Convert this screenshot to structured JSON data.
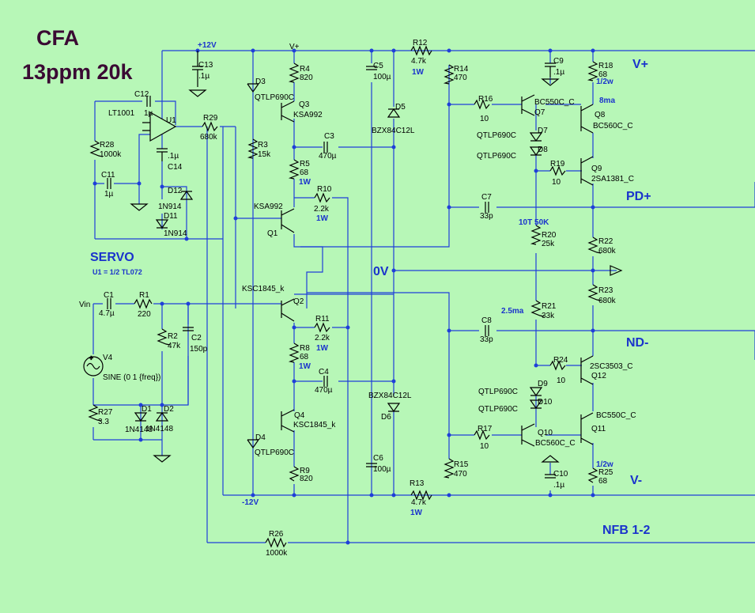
{
  "title": {
    "line1": "CFA",
    "line2": "13ppm 20k"
  },
  "rails": {
    "plus12": "+12V",
    "minus12": "-12V",
    "vplus_top": "V+"
  },
  "nets": {
    "vplus": "V+",
    "vminus": "V-",
    "pd_plus": "PD+",
    "nd_minus": "ND-",
    "zero_v": "0V",
    "nfb": "NFB 1-2",
    "vin": "Vin"
  },
  "servo": {
    "title": "SERVO",
    "note": "U1 = 1/2 TL072"
  },
  "annotations": {
    "ma8": "8ma",
    "ma25": "2.5ma",
    "pot": "10T 50K",
    "half_w1": "1/2w",
    "half_w2": "1/2w"
  },
  "components": {
    "u1": {
      "ref": "U1",
      "value": "LT1001"
    },
    "c12": {
      "ref": "C12",
      "value": "1µ"
    },
    "c13": {
      "ref": "C13",
      "value": ".1µ"
    },
    "c14": {
      "ref": "C14",
      "value": ".1µ"
    },
    "c11": {
      "ref": "C11",
      "value": "1µ"
    },
    "r28": {
      "ref": "R28",
      "value": "1000k"
    },
    "r29": {
      "ref": "R29",
      "value": "680k"
    },
    "d12": {
      "ref": "D12",
      "value": "1N914"
    },
    "d11": {
      "ref": "D11",
      "value": "1N914"
    },
    "d3": {
      "ref": "D3",
      "value": "QTLP690C"
    },
    "d4": {
      "ref": "D4",
      "value": "QTLP690C"
    },
    "r4": {
      "ref": "R4",
      "value": "820"
    },
    "q3": {
      "ref": "Q3",
      "value": "KSA992"
    },
    "r3": {
      "ref": "R3",
      "value": "15k"
    },
    "c3": {
      "ref": "C3",
      "value": "470µ"
    },
    "r5": {
      "ref": "R5",
      "value": "68",
      "power": "1W"
    },
    "r10": {
      "ref": "R10",
      "value": "2.2k",
      "power": "1W"
    },
    "q1": {
      "ref": "Q1",
      "value": "KSA992"
    },
    "c5": {
      "ref": "C5",
      "value": "100µ"
    },
    "d5": {
      "ref": "D5",
      "value": "BZX84C12L"
    },
    "r12": {
      "ref": "R12",
      "value": "4.7k",
      "power": "1W"
    },
    "r14": {
      "ref": "R14",
      "value": "470"
    },
    "c9": {
      "ref": "C9",
      "value": ".1µ"
    },
    "r18": {
      "ref": "R18",
      "value": "68"
    },
    "r16": {
      "ref": "R16",
      "value": "10"
    },
    "q7": {
      "ref": "Q7",
      "value": "BC550C_C"
    },
    "q8": {
      "ref": "Q8",
      "value": "BC560C_C"
    },
    "d7": {
      "ref": "D7",
      "value": "QTLP690C"
    },
    "d8": {
      "ref": "D8",
      "value": "QTLP690C"
    },
    "r19": {
      "ref": "R19",
      "value": "10"
    },
    "q9": {
      "ref": "Q9",
      "value": "2SA1381_C"
    },
    "c7": {
      "ref": "C7",
      "value": "33p"
    },
    "r20": {
      "ref": "R20",
      "value": "25k"
    },
    "r22": {
      "ref": "R22",
      "value": "680k"
    },
    "r23": {
      "ref": "R23",
      "value": "680k"
    },
    "r21": {
      "ref": "R21",
      "value": "33k"
    },
    "c8": {
      "ref": "C8",
      "value": "33p"
    },
    "r24": {
      "ref": "R24",
      "value": "10"
    },
    "q12": {
      "ref": "Q12",
      "value": "2SC3503_C"
    },
    "d9": {
      "ref": "D9",
      "value": "QTLP690C"
    },
    "d10": {
      "ref": "D10",
      "value": "QTLP690C"
    },
    "q11": {
      "ref": "Q11",
      "value": "BC550C_C"
    },
    "r17": {
      "ref": "R17",
      "value": "10"
    },
    "q10": {
      "ref": "Q10",
      "value": "BC560C_C"
    },
    "c10": {
      "ref": "C10",
      "value": ".1µ"
    },
    "r25": {
      "ref": "R25",
      "value": "68"
    },
    "r15": {
      "ref": "R15",
      "value": "470"
    },
    "r13": {
      "ref": "R13",
      "value": "4.7k",
      "power": "1W"
    },
    "c6": {
      "ref": "C6",
      "value": "100µ"
    },
    "d6": {
      "ref": "D6",
      "value": "BZX84C12L"
    },
    "q2": {
      "ref": "Q2",
      "value": "KSC1845_k"
    },
    "r11": {
      "ref": "R11",
      "value": "2.2k",
      "power": "1W"
    },
    "r8": {
      "ref": "R8",
      "value": "68",
      "power": "1W"
    },
    "c4": {
      "ref": "C4",
      "value": "470µ"
    },
    "q4": {
      "ref": "Q4",
      "value": "KSC1845_k"
    },
    "r9": {
      "ref": "R9",
      "value": "820"
    },
    "c1": {
      "ref": "C1",
      "value": "4.7µ"
    },
    "r1": {
      "ref": "R1",
      "value": "220"
    },
    "r2": {
      "ref": "R2",
      "value": "47k"
    },
    "c2": {
      "ref": "C2",
      "value": "150p"
    },
    "v4": {
      "ref": "V4",
      "value": "SINE (0 1 {freq})"
    },
    "r27": {
      "ref": "R27",
      "value": "3.3"
    },
    "d1": {
      "ref": "D1",
      "value": "1N4148"
    },
    "d2": {
      "ref": "D2",
      "value": "1N4148"
    },
    "r26": {
      "ref": "R26",
      "value": "1000k"
    }
  }
}
